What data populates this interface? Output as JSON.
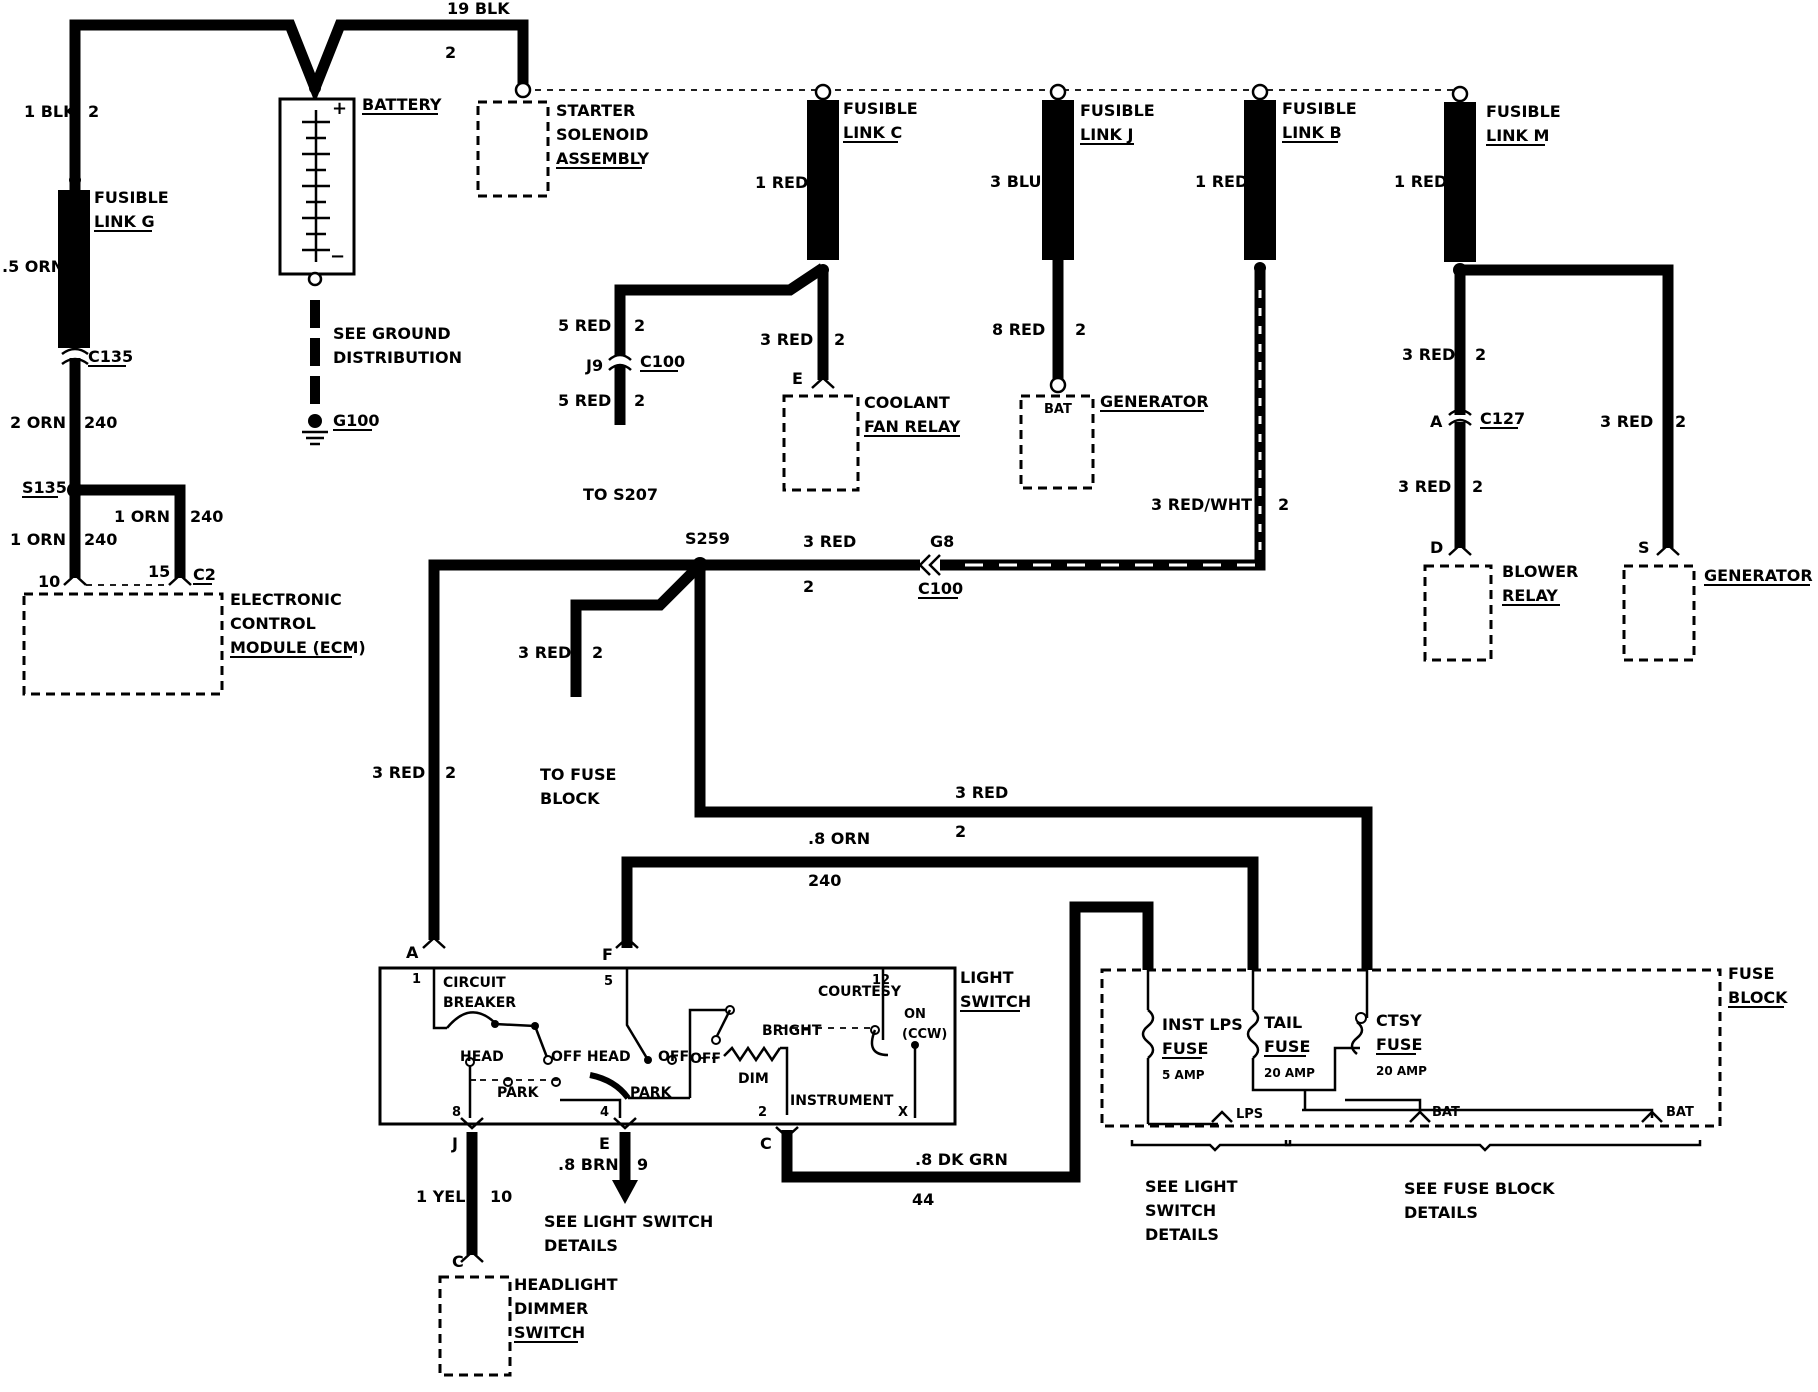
{
  "labels": {
    "blk19": "19 BLK",
    "n2_top": "2",
    "blk1": "1 BLK",
    "n2_blk1": "2",
    "battery": "BATTERY",
    "plus": "+",
    "minus": "−",
    "starter": [
      "STARTER",
      "SOLENOID",
      "ASSEMBLY"
    ],
    "fusible_g": [
      "FUSIBLE",
      "LINK G"
    ],
    "orn5": ".5 ORN",
    "c135": "C135",
    "see_ground": [
      "SEE GROUND",
      "DISTRIBUTION"
    ],
    "g100": "G100",
    "orn2": "2 ORN",
    "n240_a": "240",
    "s135": "S135",
    "orn1_a": "1 ORN",
    "n240_b": "240",
    "orn1_b": "1 ORN",
    "n240_c": "240",
    "pin10": "10",
    "pin15": "15",
    "c2": "C2",
    "ecm": [
      "ELECTRONIC",
      "CONTROL",
      "MODULE (ECM)"
    ],
    "fusible_c": [
      "FUSIBLE",
      "LINK C"
    ],
    "red1_c": "1 RED",
    "red5_a": "5 RED",
    "n2_j9a": "2",
    "j9": "J9",
    "c100_a": "C100",
    "red5_b": "5 RED",
    "n2_j9b": "2",
    "to_s207": "TO S207",
    "red3_cf": "3 RED",
    "n2_cf": "2",
    "pinE_cf": "E",
    "coolant": [
      "COOLANT",
      "FAN RELAY"
    ],
    "fusible_j": [
      "FUSIBLE",
      "LINK J"
    ],
    "blu3": "3 BLU",
    "red8": "8 RED",
    "n2_gen": "2",
    "bat_gen": "BAT",
    "generator_a": "GENERATOR",
    "fusible_b": [
      "FUSIBLE",
      "LINK B"
    ],
    "red1_b": "1 RED",
    "redwht": "3 RED/WHT",
    "n2_rw": "2",
    "fusible_m": [
      "FUSIBLE",
      "LINK M"
    ],
    "red1_m": "1 RED",
    "red3_m1": "3 RED",
    "n2_m1": "2",
    "pinA_c127": "A",
    "c127": "C127",
    "red3_m2": "3 RED",
    "n2_m2": "2",
    "red3_m3": "3 RED",
    "n2_m3": "2",
    "pinD": "D",
    "blower": [
      "BLOWER",
      "RELAY"
    ],
    "pinS": "S",
    "generator_b": "GENERATOR",
    "s259": "S259",
    "red3_s": "3 RED",
    "n2_s": "2",
    "g8": "G8",
    "c100_b": "C100",
    "red3_fb": "3 RED",
    "n2_fb": "2",
    "to_fuse": [
      "TO FUSE",
      "BLOCK"
    ],
    "red3_a": "3 RED",
    "n2_a": "2",
    "red3_long": "3 RED",
    "n2_long": "2",
    "orn8": ".8 ORN",
    "n240_d": "240",
    "pinA_ls": "A",
    "pinF_ls": "F",
    "light_switch": [
      "LIGHT",
      "SWITCH"
    ],
    "p1": "1",
    "circuit_breaker": [
      "CIRCUIT",
      "BREAKER"
    ],
    "p5": "5",
    "courtesy": "COURTESY",
    "p12": "12",
    "on_ccw": [
      "ON",
      "(CCW)"
    ],
    "head_a": "HEAD",
    "off_head": "OFF HEAD",
    "off_a": "OFF",
    "off_b": "OFF",
    "bright": "BRIGHT",
    "park_a": "PARK",
    "park_b": "PARK",
    "dim": "DIM",
    "instrument": "INSTRUMENT",
    "p8": "8",
    "p4": "4",
    "p2": "2",
    "pX": "X",
    "pinJ": "J",
    "pinE_ls": "E",
    "pinC_ls": "C",
    "brn8": ".8 BRN",
    "n9": "9",
    "dkgrn": ".8 DK GRN",
    "n44": "44",
    "see_ls_details": [
      "SEE LIGHT SWITCH",
      "DETAILS"
    ],
    "yel1": "1 YEL",
    "n10": "10",
    "pinC_hd": "C",
    "headlight": [
      "HEADLIGHT",
      "DIMMER",
      "SWITCH"
    ],
    "fuse_block": [
      "FUSE",
      "BLOCK"
    ],
    "inst_lps": [
      "INST LPS",
      "FUSE",
      "5 AMP"
    ],
    "tail": [
      "TAIL",
      "FUSE",
      "20 AMP"
    ],
    "ctsy": [
      "CTSY",
      "FUSE",
      "20 AMP"
    ],
    "lps": "LPS",
    "bat_fb1": "BAT",
    "bat_fb2": "BAT",
    "see_light_sw": [
      "SEE LIGHT",
      "SWITCH",
      "DETAILS"
    ],
    "see_fuse_block": [
      "SEE FUSE BLOCK",
      "DETAILS"
    ]
  }
}
